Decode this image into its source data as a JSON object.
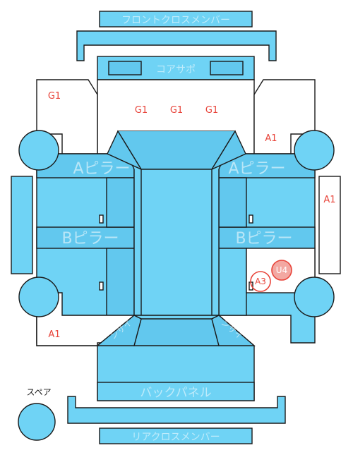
{
  "labels": {
    "front_cross_member": "フロントクロスメンバー",
    "core_support": "コアサポ",
    "a_pillar": "Aピラー",
    "b_pillar": "Bピラー",
    "back_panel": "バックパネル",
    "rear_cross_member": "リアクロスメンバー",
    "spare": "スペア",
    "inside_left": "ンサイ",
    "inside_right": "ンサイ"
  },
  "damage_codes": {
    "front_left_panel": "G1",
    "front_panel_1": "G1",
    "front_panel_2": "G1",
    "front_panel_3": "G1",
    "right_front_panel": "A1",
    "right_side_bar": "A1",
    "rear_left_panel": "A1",
    "badge_a3": "A3",
    "badge_u4": "U4"
  },
  "colors": {
    "part_fill": "#6fd3f5",
    "outline": "#1a1a1a",
    "damage_red": "#e8443a"
  }
}
